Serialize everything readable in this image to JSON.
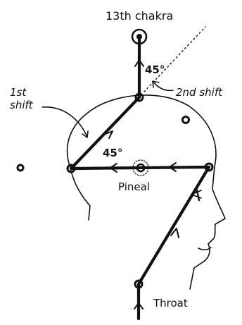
{
  "labels": {
    "thirteenth_chakra": "13th chakra",
    "angle_top": "45°",
    "second_shift": "2nd shift",
    "first_shift_line1": "1st",
    "first_shift_line2": "shift",
    "angle_left": "45°",
    "pineal": "Pineal",
    "throat": "Throat"
  }
}
